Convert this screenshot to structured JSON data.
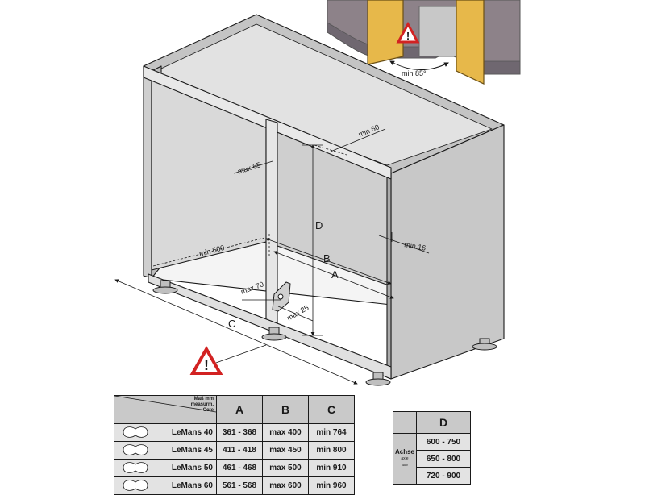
{
  "diagram": {
    "labels": {
      "min85": "min 85°",
      "min60": "min 60",
      "max65": "max 65",
      "D": "D",
      "min500": "min 500",
      "min16": "min 16",
      "B": "B",
      "A": "A",
      "max70": "max 70",
      "max25": "max 25",
      "C": "C"
    },
    "icons": [
      "warning-triangle-icon"
    ]
  },
  "table": {
    "header": {
      "corner_lines": [
        "Maß mm",
        "measurm.",
        "Cote"
      ],
      "columns": [
        "A",
        "B",
        "C"
      ]
    },
    "rows": [
      {
        "name": "LeMans 40",
        "A": "361 - 368",
        "B": "max 400",
        "C": "min 764"
      },
      {
        "name": "LeMans 45",
        "A": "411 - 418",
        "B": "max 450",
        "C": "min 800"
      },
      {
        "name": "LeMans 50",
        "A": "461 - 468",
        "B": "max 500",
        "C": "min 910"
      },
      {
        "name": "LeMans 60",
        "A": "561 - 568",
        "B": "max 600",
        "C": "min 960"
      }
    ]
  },
  "d_table": {
    "header": "D",
    "axis_label": "Achse",
    "axis_sub": [
      "axle",
      "axe"
    ],
    "values": [
      "600 - 750",
      "650 - 800",
      "720 - 900"
    ]
  }
}
